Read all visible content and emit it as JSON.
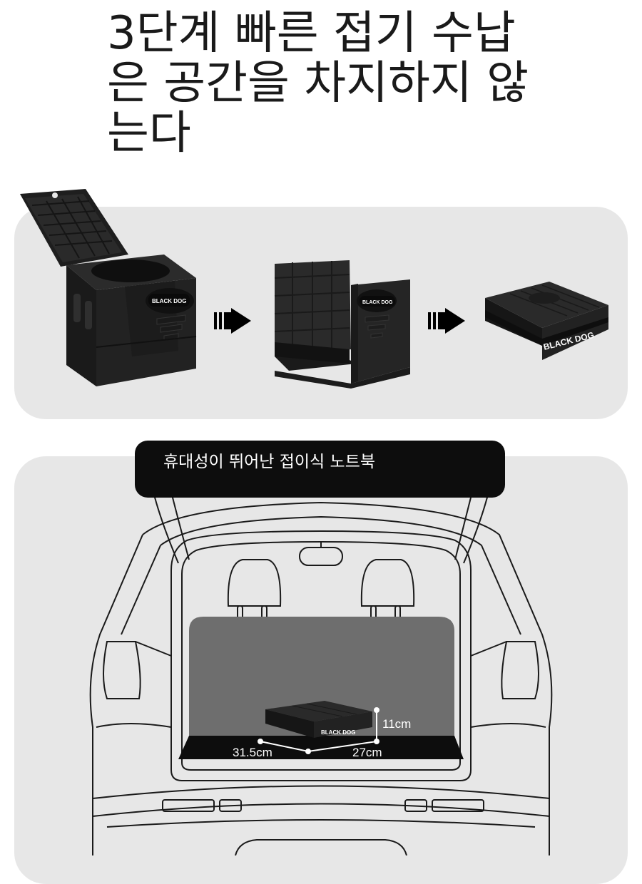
{
  "headline": {
    "line1": "3단계 빠른 접기 수납",
    "line2": "은 공간을 차지하지 않",
    "line3": "는다"
  },
  "steps": {
    "brand": "BLACK DOG",
    "brand_logo": "BLACK DOG",
    "icons": [
      "double-arrow-right-icon",
      "double-arrow-right-icon"
    ]
  },
  "banner": {
    "text": "휴대성이 뛰어난 접이식 노트북"
  },
  "dimensions": {
    "height": "11cm",
    "length": "31.5cm",
    "width": "27cm"
  },
  "colors": {
    "panel": "#e7e7e7",
    "product": "#1c1c1c",
    "banner": "#0d0d0d",
    "trunk": "#6e6e6e"
  }
}
